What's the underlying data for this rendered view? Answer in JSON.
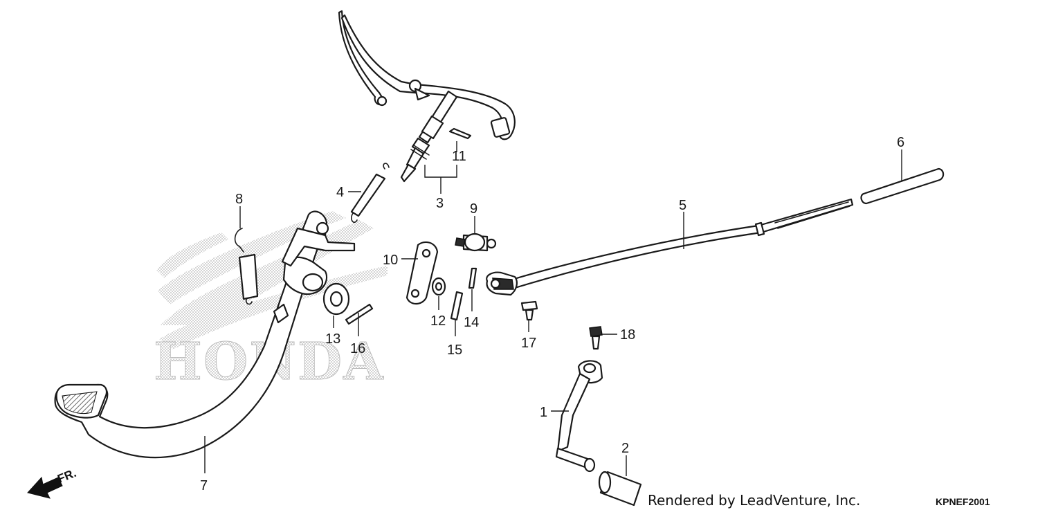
{
  "watermark": {
    "brand": "HONDA"
  },
  "direction_marker": {
    "label": "FR."
  },
  "credit": "Rendered by LeadVenture, Inc.",
  "diagram_code": "KPNEF2001",
  "callouts": [
    {
      "id": "1",
      "label": "1"
    },
    {
      "id": "2",
      "label": "2"
    },
    {
      "id": "3",
      "label": "3"
    },
    {
      "id": "4",
      "label": "4"
    },
    {
      "id": "5",
      "label": "5"
    },
    {
      "id": "6",
      "label": "6"
    },
    {
      "id": "7",
      "label": "7"
    },
    {
      "id": "8",
      "label": "8"
    },
    {
      "id": "9",
      "label": "9"
    },
    {
      "id": "10",
      "label": "10"
    },
    {
      "id": "11",
      "label": "11"
    },
    {
      "id": "12",
      "label": "12"
    },
    {
      "id": "13",
      "label": "13"
    },
    {
      "id": "14",
      "label": "14"
    },
    {
      "id": "15",
      "label": "15"
    },
    {
      "id": "16",
      "label": "16"
    },
    {
      "id": "17",
      "label": "17"
    },
    {
      "id": "18",
      "label": "18"
    }
  ]
}
